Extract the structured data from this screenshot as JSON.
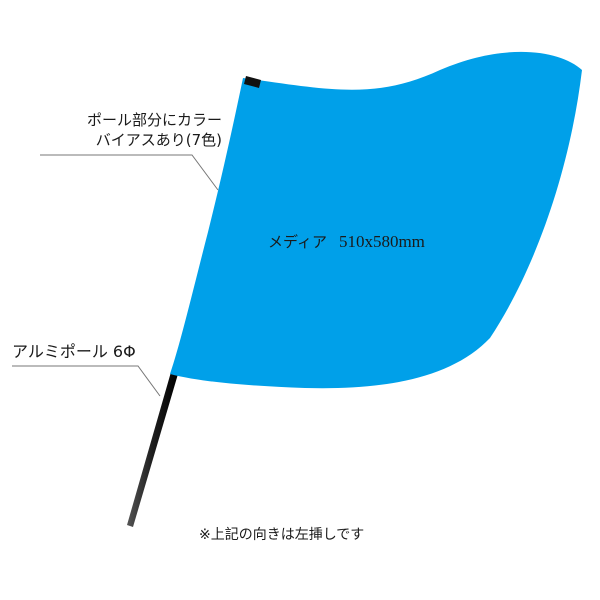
{
  "colors": {
    "flag": "#00a0e9",
    "pole": "#1e1e1e",
    "pole_tip": "#111111",
    "leader": "#777777"
  },
  "callouts": {
    "bias_line1": "ポール部分にカラー",
    "bias_line2": "バイアスあり(7色)",
    "pole": "アルミポール 6Φ"
  },
  "media": {
    "label": "メディア",
    "size": "510x580mm"
  },
  "note": "※上記の向きは左挿しです"
}
